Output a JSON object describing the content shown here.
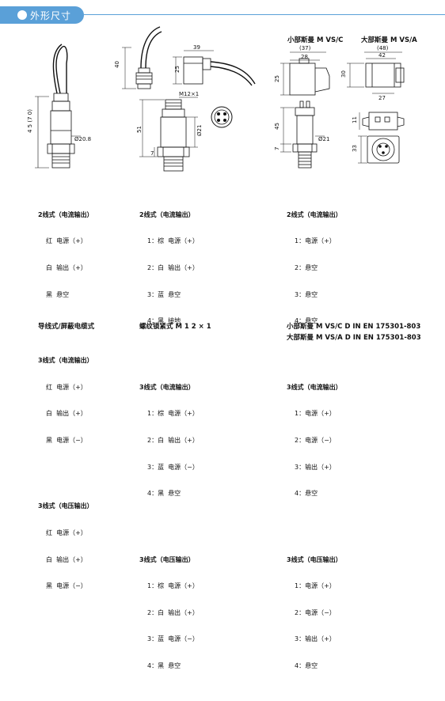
{
  "header": {
    "title": "外形尺寸"
  },
  "top_labels": {
    "small_din": "小部斯曼 M VS/C",
    "large_din": "大部斯曼 M VS/A"
  },
  "dimensions": {
    "cable_total_length": "4 5 (7 0)",
    "cable_body_diameter": "Ø20.8",
    "m12_length_40": "40",
    "m12_side_39": "39",
    "m12_height_25": "25",
    "m12_thread": "M12×1",
    "m12_body_51": "51",
    "m12_dia_21": "Ø21",
    "m12_bottom_7": "7",
    "small_37": "(37)",
    "small_28": "28",
    "small_25": "25",
    "small_body_45": "45",
    "small_dia_21": "Ø21",
    "small_bottom_7": "7",
    "large_48": "(48)",
    "large_42": "42",
    "large_30": "30",
    "large_27": "27",
    "large_11": "11",
    "large_33": "33"
  },
  "wiring": {
    "col1": [
      {
        "title": "2线式（电流输出）",
        "lines": [
          "红  电源（+）",
          "白  输出（+）",
          "黑  悬空"
        ]
      },
      {
        "title": "3线式（电流输出）",
        "lines": [
          "红  电源（+）",
          "白  输出（+）",
          "黑  电源（−）"
        ]
      },
      {
        "title": "3线式（电压输出）",
        "lines": [
          "红  电源（+）",
          "白  输出（+）",
          "黑  电源（−）"
        ]
      }
    ],
    "col2": [
      {
        "title": "2线式（电流输出）",
        "lines": [
          "1：棕  电源（+）",
          "2：白  输出（+）",
          "3：蓝  悬空",
          "4：黑  接地"
        ]
      },
      {
        "title": "3线式（电流输出）",
        "lines": [
          "1：棕  电源（+）",
          "2：白  输出（+）",
          "3：蓝  电源（−）",
          "4：黑  悬空"
        ]
      },
      {
        "title": "3线式（电压输出）",
        "lines": [
          "1：棕  电源（+）",
          "2：白  输出（+）",
          "3：蓝  电源（−）",
          "4：黑  悬空"
        ]
      }
    ],
    "col3": [
      {
        "title": "2线式（电流输出）",
        "lines": [
          "1：电源（+）",
          "2：悬空",
          "3：悬空",
          "4：悬空"
        ]
      },
      {
        "title": "3线式（电流输出）",
        "lines": [
          "1：电源（+）",
          "2：电源（−）",
          "3：输出（+）",
          "4：悬空"
        ]
      },
      {
        "title": "3线式（电压输出）",
        "lines": [
          "1：电源（+）",
          "2：电源（−）",
          "3：输出（+）",
          "4：悬空"
        ]
      }
    ]
  },
  "bottom_labels": {
    "col1": "导线式/屏蔽电缆式",
    "col2": "螺纹锁紧式 M 1 2 × 1",
    "col3_line1": "小部斯曼 M VS/C D IN EN 175301-803",
    "col3_line2": "大部斯曼 M VS/A D IN EN 175301-803"
  }
}
